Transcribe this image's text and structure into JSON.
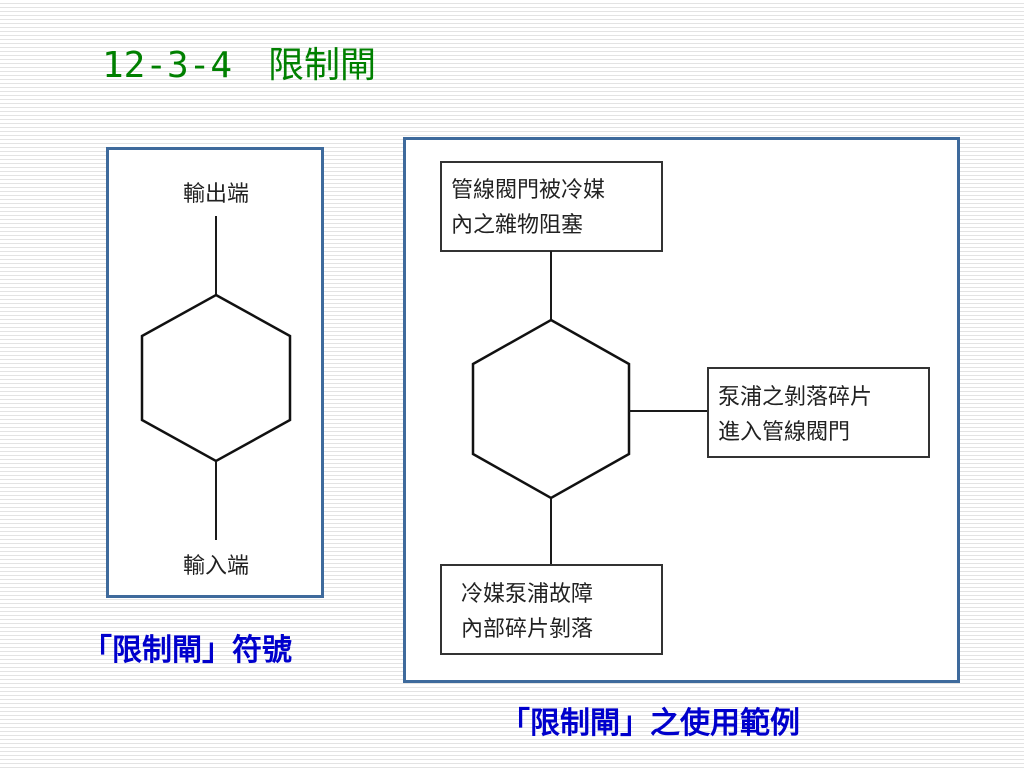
{
  "slide": {
    "title": "12-3-4　限制閘"
  },
  "symbol_panel": {
    "top_label": "輸出端",
    "bottom_label": "輸入端",
    "caption": "「限制閘」符號"
  },
  "example_panel": {
    "top_box": [
      "管線閥門被冷媒",
      "內之雜物阻塞"
    ],
    "right_box": [
      "泵浦之剝落碎片",
      "進入管線閥門"
    ],
    "bottom_box": [
      "冷媒泵浦故障",
      "內部碎片剝落"
    ],
    "caption": "「限制閘」之使用範例"
  },
  "colors": {
    "title": "#008000",
    "caption": "#0000cc",
    "panel_border": "#3e6a9c",
    "line": "#1a1a1a",
    "box_border": "#333333"
  }
}
